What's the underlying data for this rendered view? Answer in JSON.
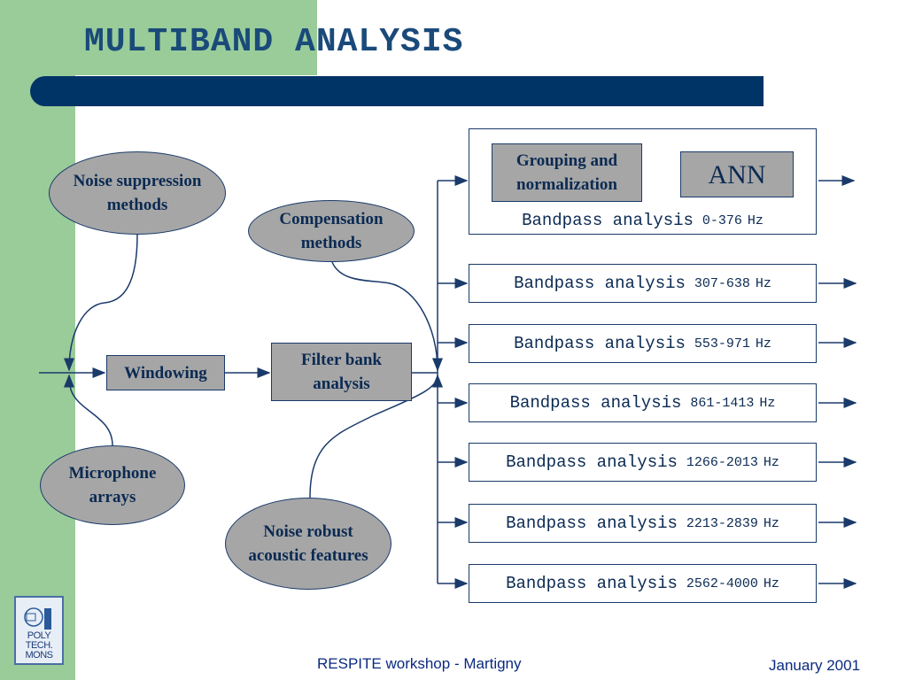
{
  "title": "MULTIBAND ANALYSIS",
  "nodes": {
    "noise_suppression": "Noise suppression methods",
    "microphone_arrays": "Microphone arrays",
    "windowing": "Windowing",
    "filter_bank": "Filter bank analysis",
    "compensation": "Compensation methods",
    "noise_robust": "Noise robust acoustic features",
    "grouping": "Grouping and normalization",
    "ann": "ANN"
  },
  "bands": [
    {
      "label": "Bandpass analysis",
      "range": "0-376",
      "unit": "Hz"
    },
    {
      "label": "Bandpass analysis",
      "range": "307-638",
      "unit": "Hz"
    },
    {
      "label": "Bandpass analysis",
      "range": "553-971",
      "unit": "Hz"
    },
    {
      "label": "Bandpass analysis",
      "range": "861-1413",
      "unit": "Hz"
    },
    {
      "label": "Bandpass analysis",
      "range": "1266-2013",
      "unit": "Hz"
    },
    {
      "label": "Bandpass analysis",
      "range": "2213-2839",
      "unit": "Hz"
    },
    {
      "label": "Bandpass analysis",
      "range": "2562-4000",
      "unit": "Hz"
    }
  ],
  "logo": {
    "text_lines": [
      "POLY",
      "TECH.",
      "MONS"
    ]
  },
  "footer": {
    "center": "RESPITE workshop - Martigny",
    "right": "January 2001"
  },
  "colors": {
    "accent": "#003366",
    "sidebar": "#99cc99",
    "node_fill": "#a6a6a6",
    "text": "#0b2a52"
  }
}
